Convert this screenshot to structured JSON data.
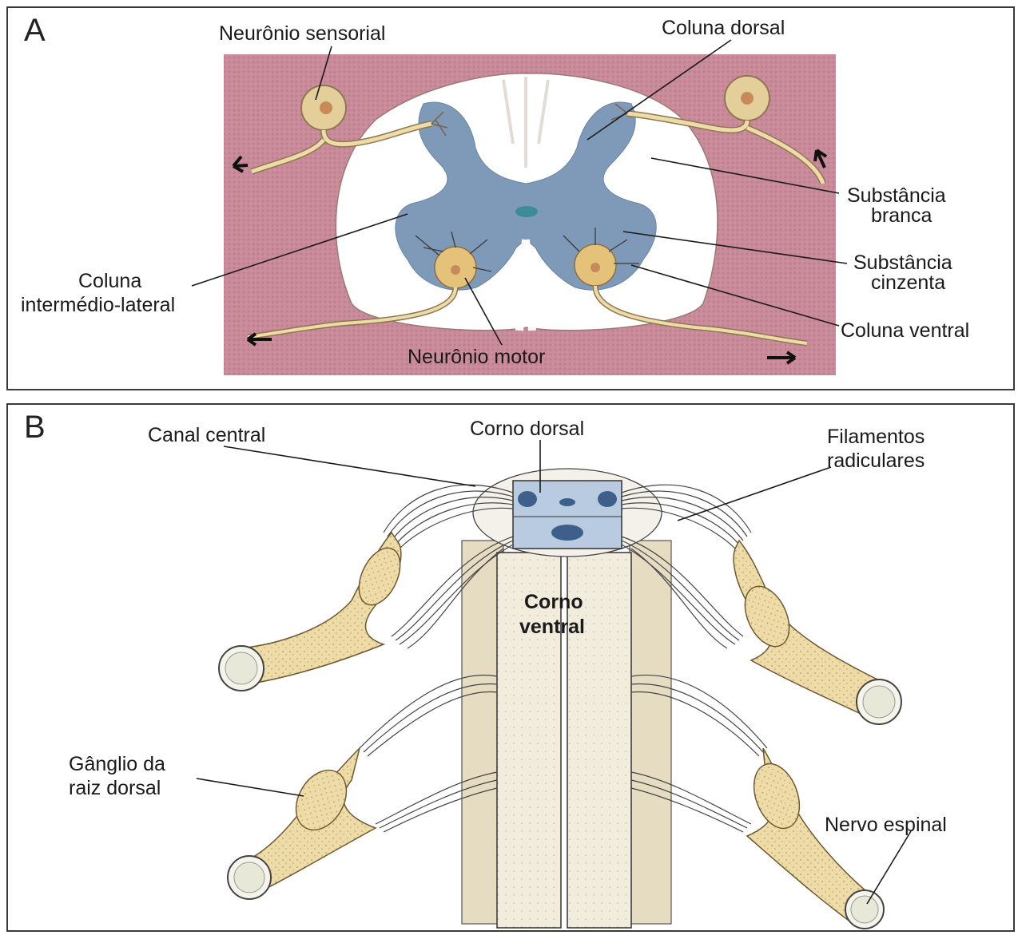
{
  "panel_a": {
    "letter": "A",
    "labels": {
      "sensory_neuron": "Neurônio sensorial",
      "dorsal_column": "Coluna dorsal",
      "white_matter_1": "Substância",
      "white_matter_2": "branca",
      "gray_matter_1": "Substância",
      "gray_matter_2": "cinzenta",
      "intermediolateral_1": "Coluna",
      "intermediolateral_2": "intermédio-lateral",
      "ventral_column": "Coluna ventral",
      "motor_neuron": "Neurônio motor"
    }
  },
  "panel_b": {
    "letter": "B",
    "labels": {
      "central_canal": "Canal central",
      "dorsal_horn": "Corno dorsal",
      "rootlets_1": "Filamentos",
      "rootlets_2": "radiculares",
      "ventral_horn_1": "Corno",
      "ventral_horn_2": "ventral",
      "drg_1": "Gânglio da",
      "drg_2": "raiz dorsal",
      "spinal_nerve": "Nervo espinal"
    }
  },
  "colors": {
    "background_tissue": "#c98a9a",
    "white_matter": "#ffffff",
    "gray_matter": "#7f9ab8",
    "neuron_body": "#e4c27a",
    "nerve": "#eedca8",
    "cord_column": "#f1ecdc"
  }
}
